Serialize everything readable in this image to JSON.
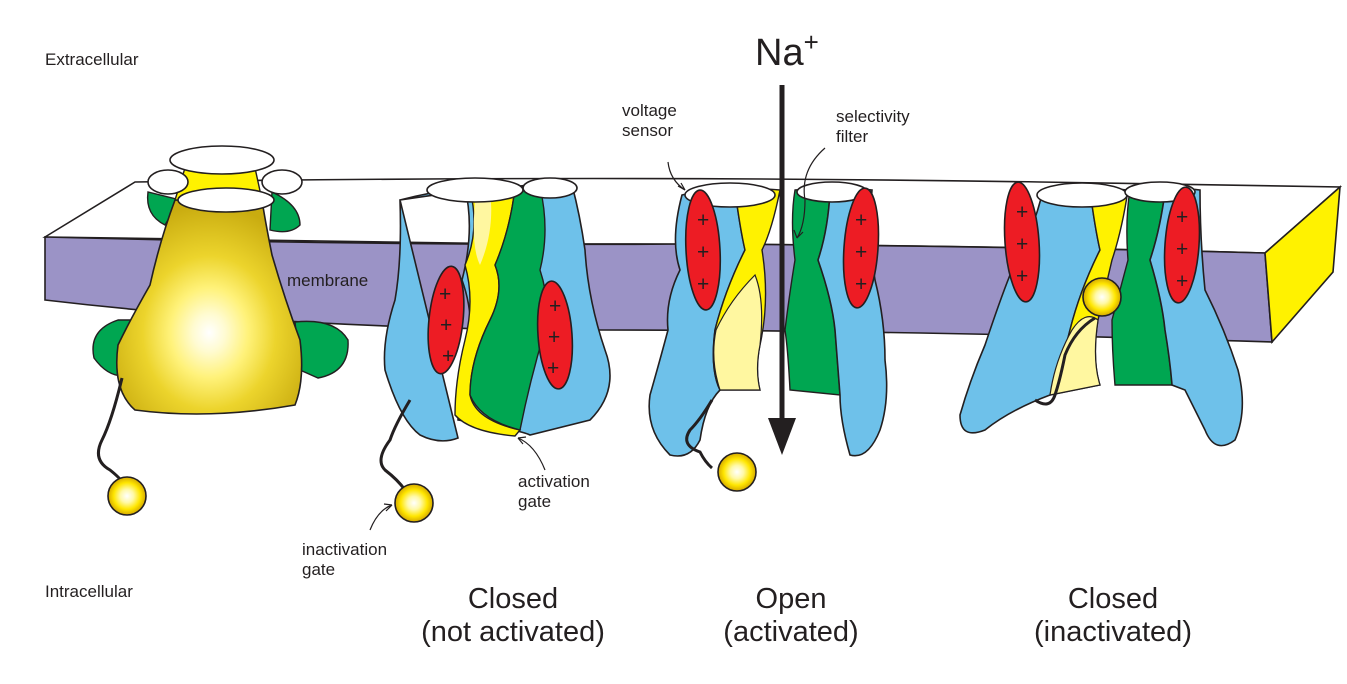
{
  "regions": {
    "extracellular": "Extracellular",
    "intracellular": "Intracellular"
  },
  "membrane_label": "membrane",
  "ion": {
    "symbol": "Na",
    "charge": "+"
  },
  "callouts": {
    "voltage_sensor": [
      "voltage",
      "sensor"
    ],
    "selectivity_filter": [
      "selectivity",
      "filter"
    ],
    "activation_gate": [
      "activation",
      "gate"
    ],
    "inactivation_gate": [
      "inactivation",
      "gate"
    ]
  },
  "states": [
    {
      "line1": "Closed",
      "line2": "(not activated)"
    },
    {
      "line1": "Open",
      "line2": "(activated)"
    },
    {
      "line1": "Closed",
      "line2": "(inactivated)"
    }
  ],
  "charge_symbol": "+",
  "colors": {
    "membrane": "#9b93c6",
    "channel_blue": "#6ec1ea",
    "channel_yellow": "#fff200",
    "channel_green": "#00a651",
    "voltage_sensor_red": "#ed1c24",
    "outline": "#231f20"
  }
}
